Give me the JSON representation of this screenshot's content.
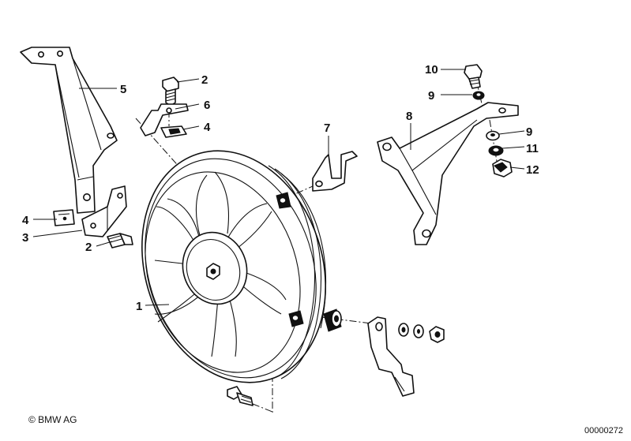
{
  "callouts": [
    {
      "id": "fan",
      "text": "1"
    },
    {
      "id": "bolt-top",
      "text": "2"
    },
    {
      "id": "bolt-left",
      "text": "2"
    },
    {
      "id": "clip-left",
      "text": "3"
    },
    {
      "id": "nut-clip-top",
      "text": "4"
    },
    {
      "id": "nut-clip-left",
      "text": "4"
    },
    {
      "id": "bracket-left",
      "text": "5"
    },
    {
      "id": "clamp-top",
      "text": "6"
    },
    {
      "id": "bracket-small",
      "text": "7"
    },
    {
      "id": "bracket-right",
      "text": "8"
    },
    {
      "id": "washer-top",
      "text": "9"
    },
    {
      "id": "washer-right",
      "text": "9"
    },
    {
      "id": "bolt-right",
      "text": "10"
    },
    {
      "id": "lock-washer",
      "text": "11"
    },
    {
      "id": "hex-nut",
      "text": "12"
    }
  ],
  "footer": {
    "copyright": "© BMW AG",
    "doc_number": "00000272"
  }
}
